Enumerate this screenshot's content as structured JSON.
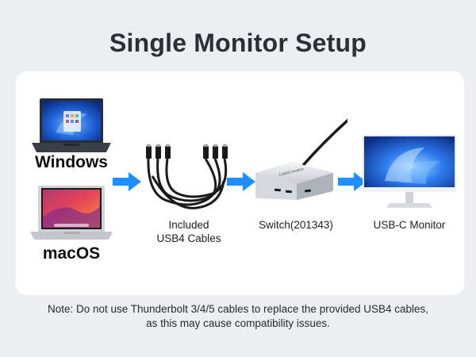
{
  "title": "Single Monitor Setup",
  "sources": [
    {
      "label": "Windows"
    },
    {
      "label": "macOS"
    }
  ],
  "cables": {
    "label_line1": "Included",
    "label_line2": "USB4 Cables"
  },
  "switch": {
    "label": "Switch(201343)",
    "brand": "CableCreation"
  },
  "monitor": {
    "label": "USB-C Monitor"
  },
  "note": {
    "line1": "Note: Do not use Thunderbolt 3/4/5 cables to replace the provided USB4 cables,",
    "line2": "as this may cause compatibility issues."
  },
  "colors": {
    "arrow": "#1f8fff",
    "background": "#eceef2",
    "panel": "#ffffff"
  }
}
